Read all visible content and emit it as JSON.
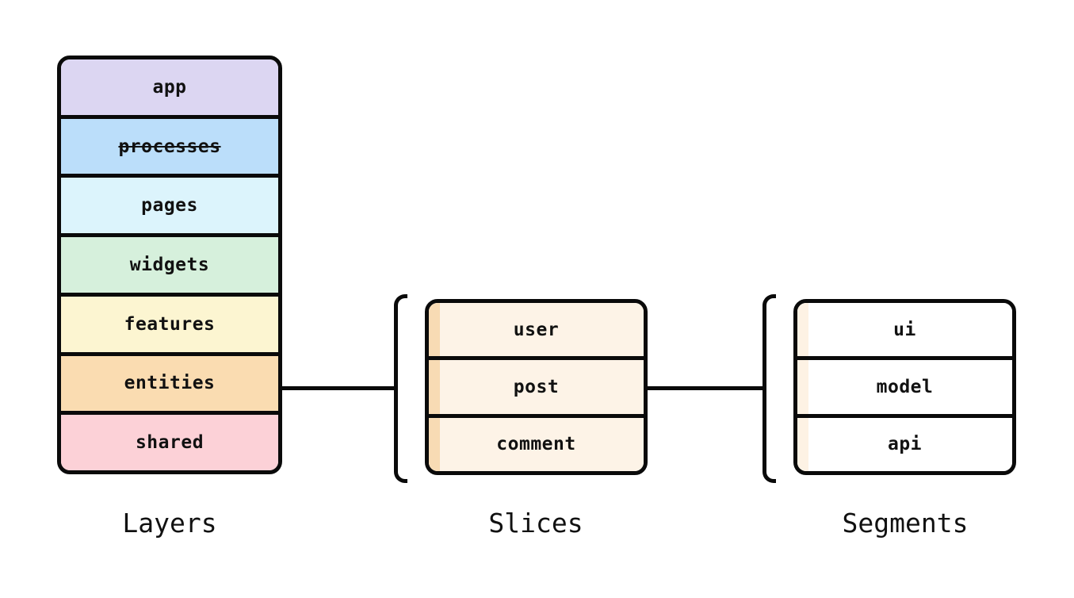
{
  "canvas": {
    "background": "#ffffff",
    "ink": "#0a0a0a",
    "text_color": "#111111"
  },
  "layers": {
    "caption": "Layers",
    "items": [
      {
        "label": "app",
        "color": "#dcd6f2",
        "deprecated": false
      },
      {
        "label": "processes",
        "color": "#bbdefa",
        "deprecated": true
      },
      {
        "label": "pages",
        "color": "#dcf4fc",
        "deprecated": false
      },
      {
        "label": "widgets",
        "color": "#d6f0dc",
        "deprecated": false
      },
      {
        "label": "features",
        "color": "#fcf5d1",
        "deprecated": false
      },
      {
        "label": "entities",
        "color": "#fadcb1",
        "deprecated": false
      },
      {
        "label": "shared",
        "color": "#fcd1d7",
        "deprecated": false
      }
    ]
  },
  "slices": {
    "caption": "Slices",
    "cell_color": "#fdf3e7",
    "strip_color": "#f8dbb4",
    "items": [
      {
        "label": "user"
      },
      {
        "label": "post"
      },
      {
        "label": "comment"
      }
    ]
  },
  "segments": {
    "caption": "Segments",
    "cell_color": "#ffffff",
    "strip_color": "#fdf2e4",
    "items": [
      {
        "label": "ui"
      },
      {
        "label": "model"
      },
      {
        "label": "api"
      }
    ]
  }
}
